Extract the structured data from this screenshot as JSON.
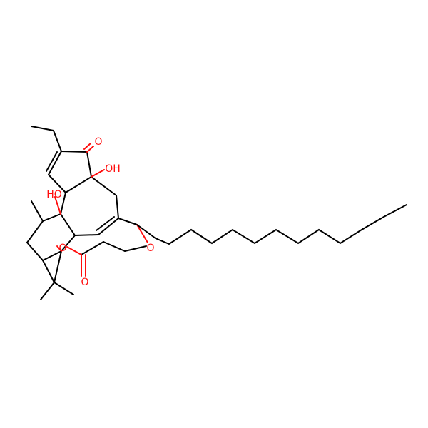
{
  "molecule": {
    "atom_colors": {
      "carbon": "#000000",
      "oxygen": "#ff0d0d"
    },
    "labels": {
      "ketone_o": "O",
      "oh_top": "OH",
      "oh_left": "HO",
      "ester_o": "O",
      "carbonyl_o1": "O",
      "carbonyl_o2": "O"
    }
  }
}
